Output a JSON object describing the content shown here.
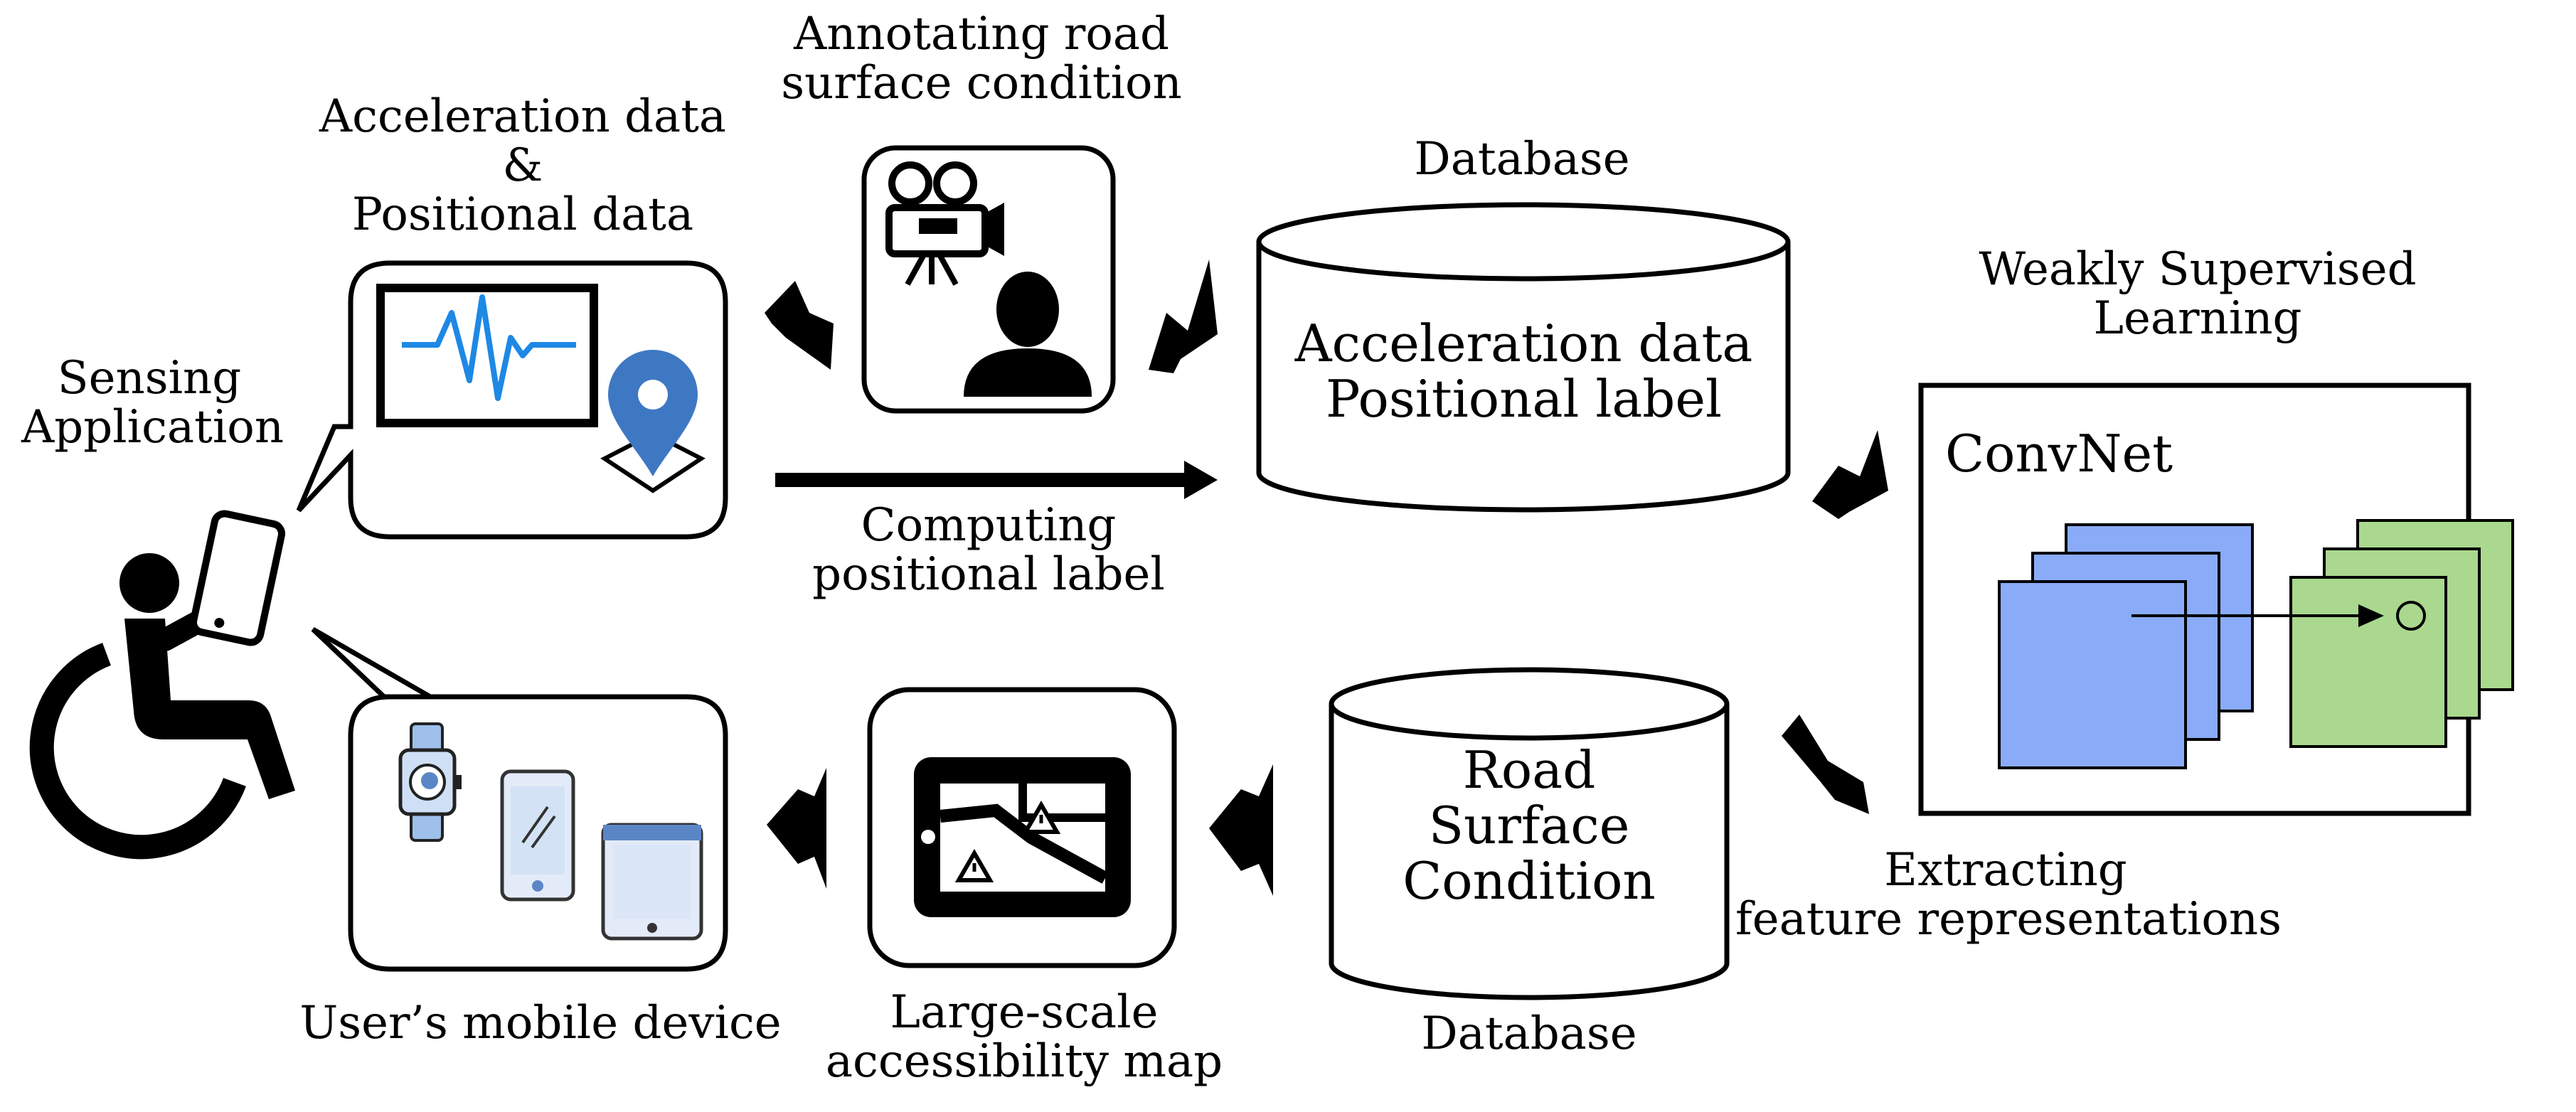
{
  "labels": {
    "acceleration_positional": [
      "Acceleration data",
      "&",
      "Positional data"
    ],
    "annotating": [
      "Annotating road",
      "surface condition"
    ],
    "database_top": "Database",
    "weakly_supervised": [
      "Weakly Supervised",
      "Learning"
    ],
    "sensing_application": [
      "Sensing",
      "Application"
    ],
    "computing_label": [
      "Computing",
      "positional label"
    ],
    "db_top_content": [
      "Acceleration data",
      "Positional label"
    ],
    "convnet": "ConvNet",
    "road_surface_db": [
      "Road",
      "Surface",
      "Condition"
    ],
    "extracting": [
      "Extracting",
      "feature representations"
    ],
    "user_device": "User’s mobile device",
    "accessibility_map": [
      "Large-scale",
      "accessibility map"
    ],
    "database_bottom": "Database"
  },
  "icons": {
    "waveform": "waveform-icon",
    "location_pin": "location-pin-icon",
    "video_camera": "video-camera-icon",
    "person": "person-icon",
    "wheelchair_user": "wheelchair-user-icon",
    "smartphone": "smartphone-icon",
    "smartwatch": "smartwatch-icon",
    "tablet": "tablet-icon",
    "map_warning": "map-warning-icon"
  },
  "colors": {
    "ink": "#000000",
    "signal_blue": "#1e88e5",
    "pin_blue": "#3e78c3",
    "feature_map_blue": "#8aabf7",
    "feature_map_green": "#a9d88e",
    "device_fill": "#e3ebf8",
    "device_accent": "#5b86c6"
  }
}
